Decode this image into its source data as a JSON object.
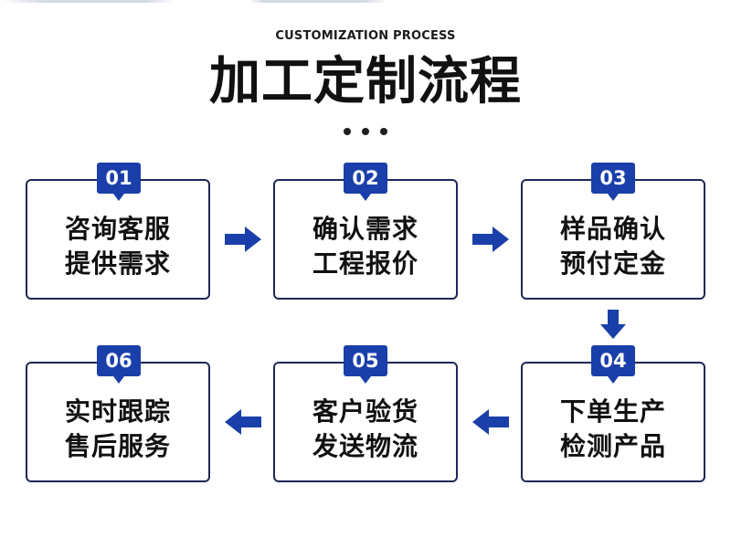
{
  "header": {
    "subtitle": "CUSTOMIZATION PROCESS",
    "title": "加工定制流程"
  },
  "steps": [
    {
      "number": "01",
      "line1": "咨询客服",
      "line2": "提供需求"
    },
    {
      "number": "02",
      "line1": "确认需求",
      "line2": "工程报价"
    },
    {
      "number": "03",
      "line1": "样品确认",
      "line2": "预付定金"
    },
    {
      "number": "04",
      "line1": "下单生产",
      "line2": "检测产品"
    },
    {
      "number": "05",
      "line1": "客户验货",
      "line2": "发送物流"
    },
    {
      "number": "06",
      "line1": "实时跟踪",
      "line2": "售后服务"
    }
  ],
  "colors": {
    "accent": "#1a3faa",
    "border": "#1e2858",
    "text": "#111111"
  },
  "icons": {
    "arrow_right": "arrow-right-icon",
    "arrow_down": "arrow-down-icon",
    "arrow_left": "arrow-left-icon"
  }
}
